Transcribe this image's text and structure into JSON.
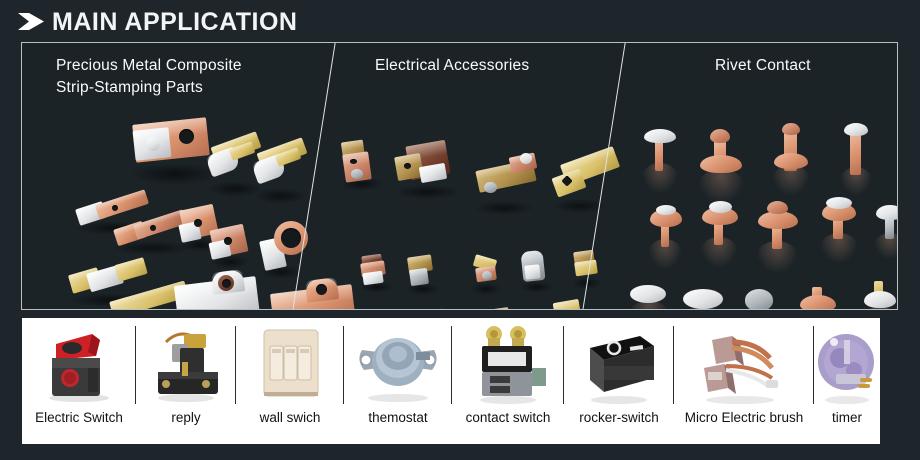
{
  "header": {
    "title": "MAIN APPLICATION",
    "arrow_icon": "chevron-right-icon"
  },
  "showcase": {
    "panels": [
      {
        "title": "Precious Metal Composite\nStrip-Stamping Parts",
        "name": "precious-metal-composite-strip-stamping-parts"
      },
      {
        "title": "Electrical Accessories",
        "name": "electrical-accessories"
      },
      {
        "title": "Rivet Contact",
        "name": "rivet-contact"
      }
    ]
  },
  "applications": [
    {
      "label": "Electric Switch",
      "icon": "trigger-switch-icon"
    },
    {
      "label": "reply",
      "icon": "relay-icon"
    },
    {
      "label": "wall swich",
      "icon": "wall-switch-icon"
    },
    {
      "label": "themostat",
      "icon": "thermostat-icon"
    },
    {
      "label": "contact switch",
      "icon": "contactor-icon"
    },
    {
      "label": "rocker-switch",
      "icon": "rocker-switch-icon"
    },
    {
      "label": "Micro Electric brush",
      "icon": "carbon-brush-icon"
    },
    {
      "label": "timer",
      "icon": "timer-icon"
    }
  ],
  "colors": {
    "background": "#1e262b",
    "panel_background": "#1b2327",
    "panel_border": "#b9c0c4",
    "title_text": "#fafbfb",
    "strip_background": "#ffffff",
    "caption_text": "#121212",
    "copper": "#d9906c",
    "silver": "#e2e4e6",
    "gold": "#d9c069"
  }
}
